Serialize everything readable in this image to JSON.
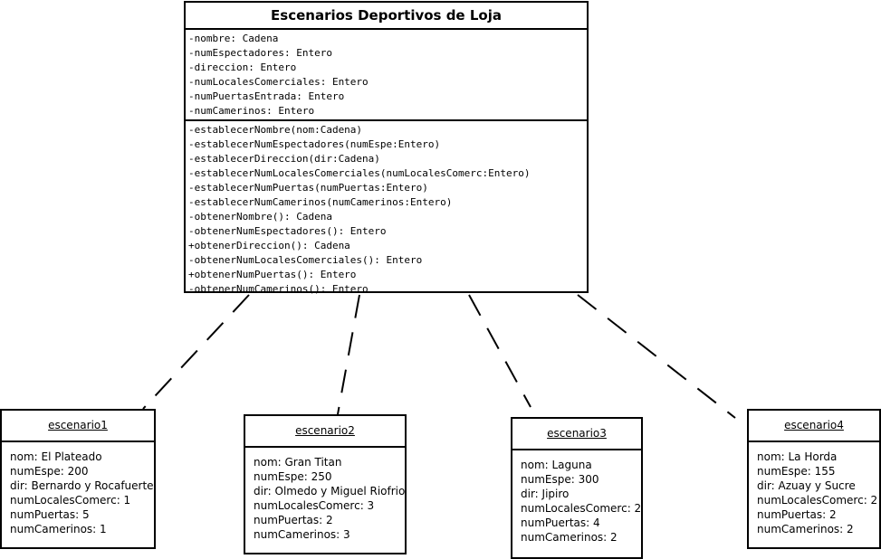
{
  "class": {
    "name": "Escenarios Deportivos de Loja",
    "attributes": [
      "-nombre: Cadena",
      "-numEspectadores: Entero",
      "-direccion: Entero",
      "-numLocalesComerciales: Entero",
      "-numPuertasEntrada: Entero",
      "-numCamerinos: Entero"
    ],
    "methods": [
      "-establecerNombre(nom:Cadena)",
      "-establecerNumEspectadores(numEspe:Entero)",
      "-establecerDireccion(dir:Cadena)",
      "-establecerNumLocalesComerciales(numLocalesComerc:Entero)",
      "-establecerNumPuertas(numPuertas:Entero)",
      "-establecerNumCamerinos(numCamerinos:Entero)",
      "-obtenerNombre(): Cadena",
      "-obtenerNumEspectadores(): Entero",
      "+obtenerDireccion(): Cadena",
      "-obtenerNumLocalesComerciales(): Entero",
      "+obtenerNumPuertas(): Entero",
      "-obtenerNumCamerinos(): Entero"
    ]
  },
  "objects": [
    {
      "name": "escenario1",
      "lines": [
        "nom: El Plateado",
        "numEspe: 200",
        "dir: Bernardo y Rocafuerte",
        "numLocalesComerc: 1",
        "numPuertas: 5",
        "numCamerinos: 1"
      ]
    },
    {
      "name": "escenario2",
      "lines": [
        "nom: Gran Titan",
        "numEspe: 250",
        "dir: Olmedo y Miguel Riofrio",
        "numLocalesComerc: 3",
        "numPuertas: 2",
        "numCamerinos: 3"
      ]
    },
    {
      "name": "escenario3",
      "lines": [
        "nom: Laguna",
        "numEspe: 300",
        "dir: Jipiro",
        "numLocalesComerc: 2",
        "numPuertas: 4",
        "numCamerinos: 2"
      ]
    },
    {
      "name": "escenario4",
      "lines": [
        "nom: La Horda",
        "numEspe: 155",
        "dir: Azuay y Sucre",
        "numLocalesComerc: 2",
        "numPuertas: 2",
        "numCamerinos: 2"
      ]
    }
  ]
}
